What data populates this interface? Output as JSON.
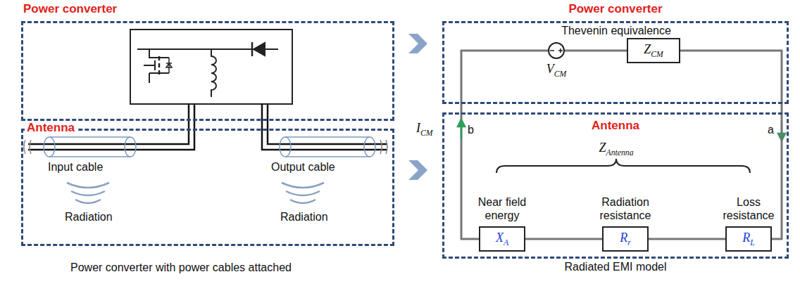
{
  "diagram": {
    "caption": "Power converter with power cables attached",
    "nodes": [
      {
        "text": [
          "Power converter"
        ]
      },
      {
        "text": [
          "Antenna"
        ]
      },
      {
        "text": [
          "Power converter"
        ]
      },
      {
        "text": [
          "ZCM"
        ],
        "in": 2
      },
      {
        "text": [
          "Antenna",
          "Radiated EMI model"
        ]
      },
      {
        "text": [
          "Near field energy",
          "XA"
        ],
        "in": 4
      },
      {
        "text": [
          "Radiation resistance",
          "Rr"
        ],
        "in": 4
      },
      {
        "text": [
          "Loss resistance",
          "RL"
        ],
        "in": 4
      }
    ],
    "edges": [
      {
        "from": 5,
        "to": 6,
        "arrow": "none"
      },
      {
        "from": 6,
        "to": 7,
        "arrow": "none"
      },
      {
        "from": 3,
        "to": 7,
        "arrow": "none"
      }
    ],
    "labels": [
      "Input cable",
      "Radiation",
      "Output cable",
      "Radiation",
      "Thevenin equivalence",
      "VCM",
      "ICM",
      "b",
      "a",
      "ZAntenna"
    ]
  }
}
